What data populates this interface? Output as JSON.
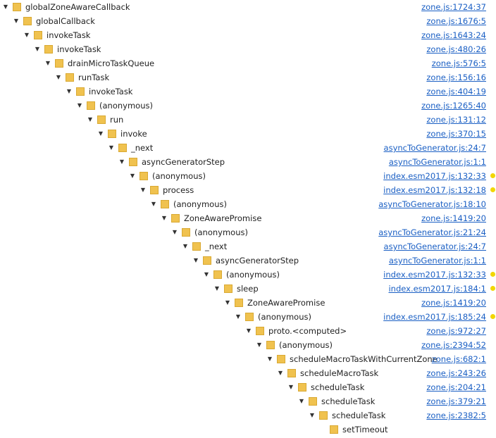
{
  "accent_colors": {
    "folder": "#f0c24f",
    "link": "#1a5fc4",
    "marker": "#f2d600"
  },
  "tree": [
    {
      "name": "globalZoneAwareCallback",
      "source": "zone.js:1724:37",
      "depth": 0,
      "expanded": true,
      "marker": false
    },
    {
      "name": "globalCallback",
      "source": "zone.js:1676:5",
      "depth": 1,
      "expanded": true,
      "marker": false
    },
    {
      "name": "invokeTask",
      "source": "zone.js:1643:24",
      "depth": 2,
      "expanded": true,
      "marker": false
    },
    {
      "name": "invokeTask",
      "source": "zone.js:480:26",
      "depth": 3,
      "expanded": true,
      "marker": false
    },
    {
      "name": "drainMicroTaskQueue",
      "source": "zone.js:576:5",
      "depth": 4,
      "expanded": true,
      "marker": false
    },
    {
      "name": "runTask",
      "source": "zone.js:156:16",
      "depth": 5,
      "expanded": true,
      "marker": false
    },
    {
      "name": "invokeTask",
      "source": "zone.js:404:19",
      "depth": 6,
      "expanded": true,
      "marker": false
    },
    {
      "name": "(anonymous)",
      "source": "zone.js:1265:40",
      "depth": 7,
      "expanded": true,
      "marker": false
    },
    {
      "name": "run",
      "source": "zone.js:131:12",
      "depth": 8,
      "expanded": true,
      "marker": false
    },
    {
      "name": "invoke",
      "source": "zone.js:370:15",
      "depth": 9,
      "expanded": true,
      "marker": false
    },
    {
      "name": "_next",
      "source": "asyncToGenerator.js:24:7",
      "depth": 10,
      "expanded": true,
      "marker": false
    },
    {
      "name": "asyncGeneratorStep",
      "source": "asyncToGenerator.js:1:1",
      "depth": 11,
      "expanded": true,
      "marker": false
    },
    {
      "name": "(anonymous)",
      "source": "index.esm2017.js:132:33",
      "depth": 12,
      "expanded": true,
      "marker": true
    },
    {
      "name": "process",
      "source": "index.esm2017.js:132:18",
      "depth": 13,
      "expanded": true,
      "marker": true
    },
    {
      "name": "(anonymous)",
      "source": "asyncToGenerator.js:18:10",
      "depth": 14,
      "expanded": true,
      "marker": false
    },
    {
      "name": "ZoneAwarePromise",
      "source": "zone.js:1419:20",
      "depth": 15,
      "expanded": true,
      "marker": false
    },
    {
      "name": "(anonymous)",
      "source": "asyncToGenerator.js:21:24",
      "depth": 16,
      "expanded": true,
      "marker": false
    },
    {
      "name": "_next",
      "source": "asyncToGenerator.js:24:7",
      "depth": 17,
      "expanded": true,
      "marker": false
    },
    {
      "name": "asyncGeneratorStep",
      "source": "asyncToGenerator.js:1:1",
      "depth": 18,
      "expanded": true,
      "marker": false
    },
    {
      "name": "(anonymous)",
      "source": "index.esm2017.js:132:33",
      "depth": 19,
      "expanded": true,
      "marker": true
    },
    {
      "name": "sleep",
      "source": "index.esm2017.js:184:1",
      "depth": 20,
      "expanded": true,
      "marker": true
    },
    {
      "name": "ZoneAwarePromise",
      "source": "zone.js:1419:20",
      "depth": 21,
      "expanded": true,
      "marker": false
    },
    {
      "name": "(anonymous)",
      "source": "index.esm2017.js:185:24",
      "depth": 22,
      "expanded": true,
      "marker": true
    },
    {
      "name": "proto.<computed>",
      "source": "zone.js:972:27",
      "depth": 23,
      "expanded": true,
      "marker": false
    },
    {
      "name": "(anonymous)",
      "source": "zone.js:2394:52",
      "depth": 24,
      "expanded": true,
      "marker": false
    },
    {
      "name": "scheduleMacroTaskWithCurrentZone",
      "source": "zone.js:682:1",
      "depth": 25,
      "expanded": true,
      "marker": false
    },
    {
      "name": "scheduleMacroTask",
      "source": "zone.js:243:26",
      "depth": 26,
      "expanded": true,
      "marker": false
    },
    {
      "name": "scheduleTask",
      "source": "zone.js:204:21",
      "depth": 27,
      "expanded": true,
      "marker": false
    },
    {
      "name": "scheduleTask",
      "source": "zone.js:379:21",
      "depth": 28,
      "expanded": true,
      "marker": false
    },
    {
      "name": "scheduleTask",
      "source": "zone.js:2382:5",
      "depth": 29,
      "expanded": true,
      "marker": false
    },
    {
      "name": "setTimeout",
      "source": "",
      "depth": 30,
      "expanded": false,
      "marker": false
    }
  ]
}
